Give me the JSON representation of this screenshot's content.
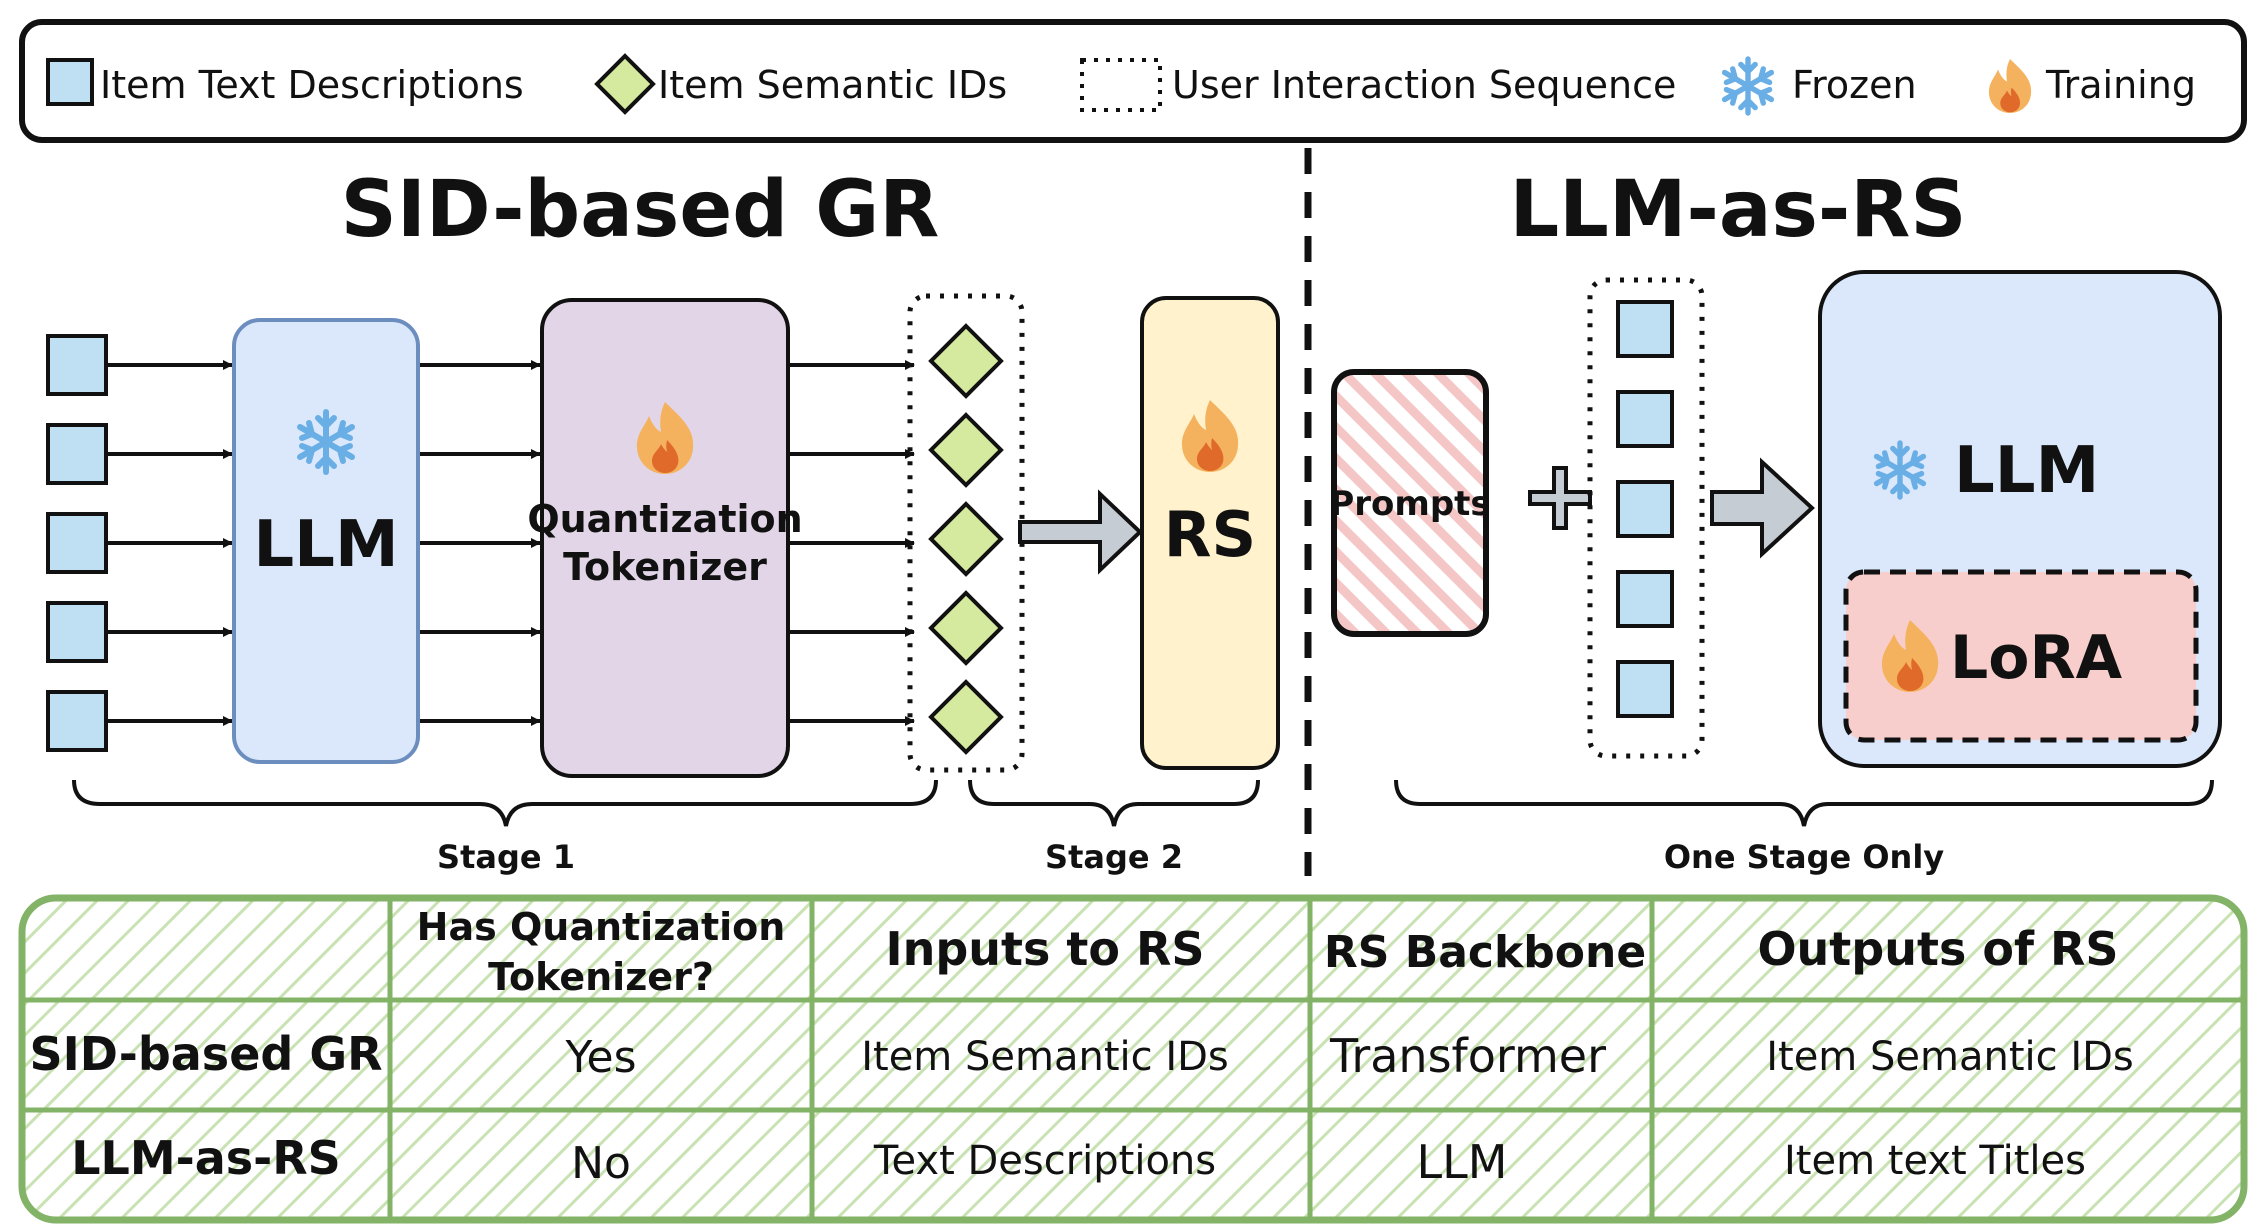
{
  "legend": {
    "item_text": "Item Text Descriptions",
    "item_sid": "Item Semantic IDs",
    "user_seq": "User Interaction Sequence",
    "frozen": "Frozen",
    "training": "Training"
  },
  "left": {
    "title": "SID-based GR",
    "llm_label": "LLM",
    "tokenizer_line1": "Quantization",
    "tokenizer_line2": "Tokenizer",
    "rs_label": "RS",
    "stage1": "Stage 1",
    "stage2": "Stage 2"
  },
  "right": {
    "title": "LLM-as-RS",
    "prompts": "Prompts",
    "llm_label": "LLM",
    "lora_label": "LoRA",
    "one_stage": "One Stage Only"
  },
  "table": {
    "headers": [
      "",
      "Has Quantization Tokenizer?",
      "Inputs to RS",
      "RS Backbone",
      "Outputs of RS"
    ],
    "header_q_line1": "Has Quantization",
    "header_q_line2": "Tokenizer?",
    "rows": [
      [
        "SID-based GR",
        "Yes",
        "Item Semantic IDs",
        "Transformer",
        "Item Semantic IDs"
      ],
      [
        "LLM-as-RS",
        "No",
        "Text Descriptions",
        "LLM",
        "Item text Titles"
      ]
    ]
  },
  "colors": {
    "item_blue": "#bfe0f2",
    "sid_green": "#d5ea9f",
    "llm_blue": "#dbe8fb",
    "tokenizer_purple": "#e1d5e7",
    "rs_yellow": "#fff2cc",
    "lora_pink": "#f8cecc",
    "table_border": "#82b366"
  },
  "icons": [
    "snowflake-icon",
    "flame-icon"
  ]
}
